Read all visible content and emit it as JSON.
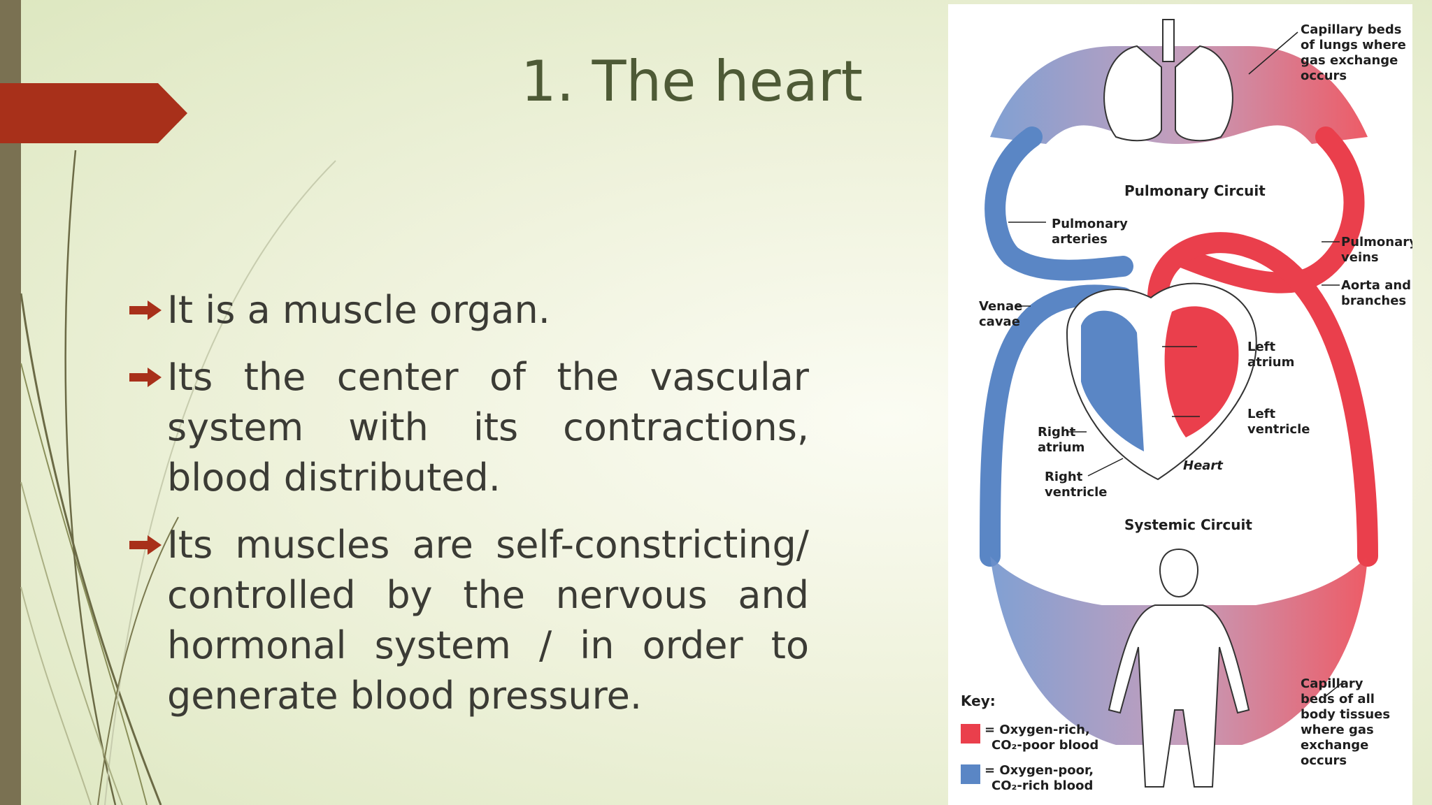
{
  "slide": {
    "title": "1. The heart",
    "bullets": [
      "It is a muscle organ.",
      "Its the center of the vascular system with its contractions, blood distributed.",
      "Its muscles are self-constricting/ controlled by the nervous and hormonal system / in order to generate blood pressure."
    ]
  },
  "diagram": {
    "pulmonary_circuit": "Pulmonary Circuit",
    "systemic_circuit": "Systemic Circuit",
    "heart": "Heart",
    "lungs_capillaries": [
      "Capillary beds",
      "of lungs where",
      "gas exchange",
      "occurs"
    ],
    "pulmonary_arteries": [
      "Pulmonary",
      "arteries"
    ],
    "pulmonary_veins": [
      "Pulmonary",
      "veins"
    ],
    "aorta": [
      "Aorta and",
      "branches"
    ],
    "venae_cavae": [
      "Venae",
      "cavae"
    ],
    "left_atrium": [
      "Left",
      "atrium"
    ],
    "left_ventricle": [
      "Left",
      "ventricle"
    ],
    "right_atrium": [
      "Right",
      "atrium"
    ],
    "right_ventricle": [
      "Right",
      "ventricle"
    ],
    "body_capillaries": [
      "Capillary",
      "beds of all",
      "body tissues",
      "where gas",
      "exchange",
      "occurs"
    ],
    "key_title": "Key:",
    "key_oxygen_rich": [
      "= Oxygen-rich,",
      "CO₂-poor blood"
    ],
    "key_oxygen_poor": [
      "= Oxygen-poor,",
      "CO₂-rich blood"
    ]
  },
  "colors": {
    "accent_red": "#a8301a",
    "oxygen_rich": "#ea3f4c",
    "oxygen_poor": "#5a86c5",
    "title_color": "#4e5a36",
    "strip_color": "#7a7152"
  }
}
